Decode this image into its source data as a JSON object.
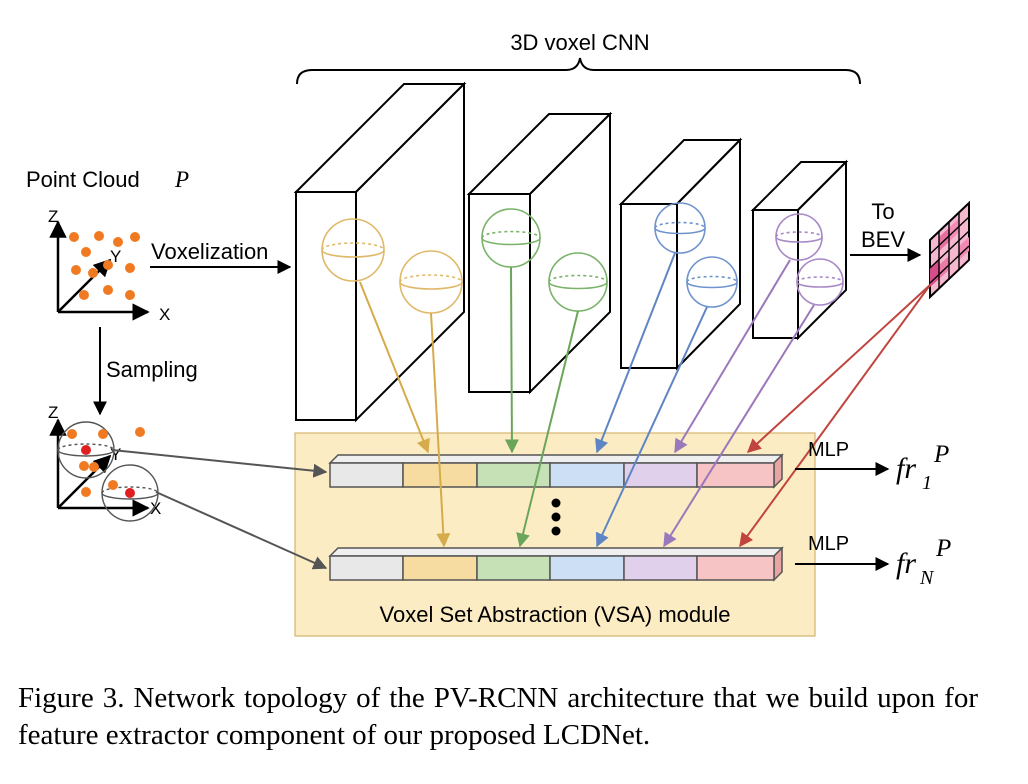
{
  "title": "3D voxel CNN",
  "point_cloud_label": "Point Cloud",
  "point_cloud_symbol": "P",
  "axes": {
    "x": "X",
    "y": "Y",
    "z": "Z"
  },
  "voxelization_label": "Voxelization",
  "sampling_label": "Sampling",
  "to_bev_label_line1": "To",
  "to_bev_label_line2": "BEV",
  "vsa_label": "Voxel Set Abstraction (VSA) module",
  "mlp_label_1": "MLP",
  "mlp_label_2": "MLP",
  "output_1": {
    "base": "fr",
    "sub": "1",
    "sup": "P"
  },
  "output_n": {
    "base": "fr",
    "sub": "N",
    "sup": "P"
  },
  "caption": "Figure 3.  Network topology of the PV-RCNN architecture that we build upon for feature extractor component of our proposed LCDNet.",
  "colors": {
    "orange_points": "#f07a22",
    "red_points": "#e02020",
    "vsa_bg": "#fcecc4",
    "layer1": "#e6c070",
    "layer2": "#7ab36a",
    "layer3": "#6f94cc",
    "layer4": "#a98ac6",
    "bev": "#c84a4a",
    "segments": [
      "#e8e8e8",
      "#f6dca0",
      "#c5e1b5",
      "#cddff5",
      "#e0d0ec",
      "#f6c4c4"
    ]
  }
}
